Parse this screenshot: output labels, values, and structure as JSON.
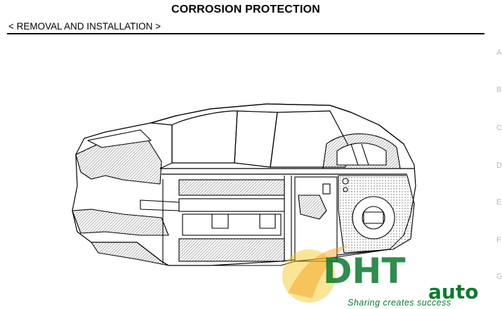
{
  "header": {
    "title": "CORROSION PROTECTION",
    "section": "< REMOVAL AND INSTALLATION >"
  },
  "side_index": [
    "A",
    "B",
    "C",
    "D",
    "E",
    "F",
    "G"
  ],
  "watermark": {
    "logo_text": "DHT",
    "brand": "auto",
    "tagline": "Sharing creates success",
    "colors": {
      "green": "#0a7a2e",
      "orange": "#f39c12",
      "yellow": "#f5c518"
    }
  },
  "colors": {
    "line": "#000000",
    "hatch": "#7a7a7a",
    "rule_text_gray": "#b9b9b9"
  }
}
